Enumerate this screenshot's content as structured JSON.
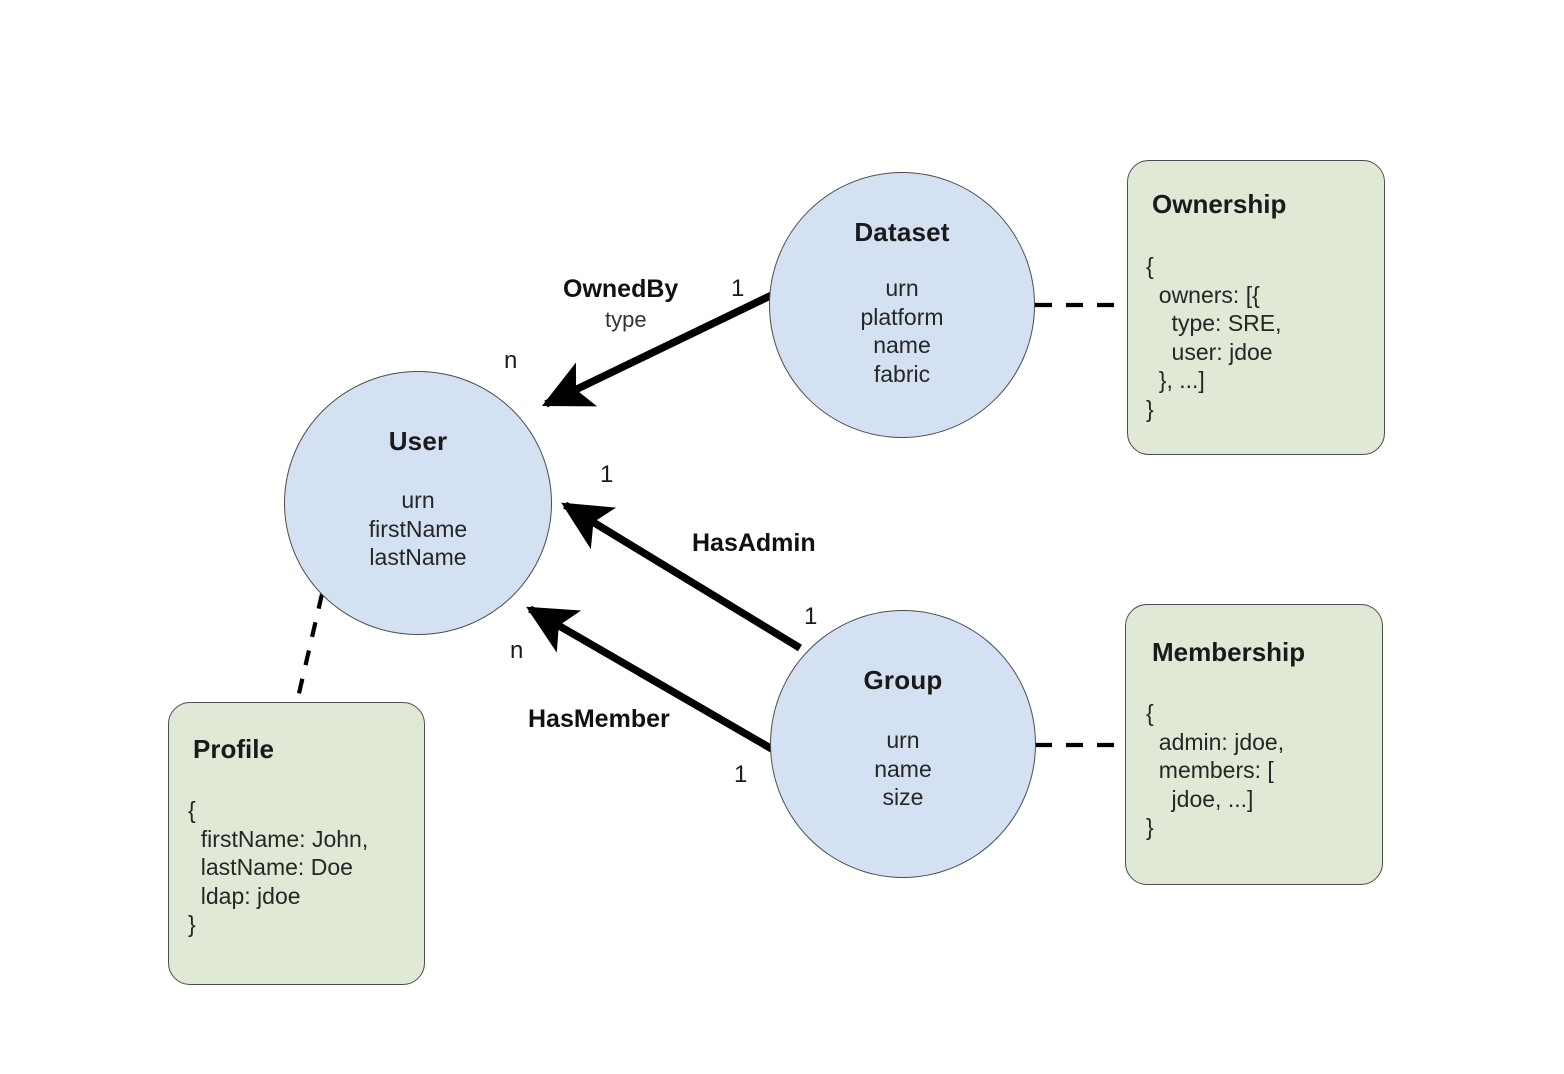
{
  "diagram": {
    "title": "Entity relationship diagram: User, Group, Dataset with aspect documents",
    "colors": {
      "entity_fill": "#d4e1f2",
      "aspect_fill": "#dfe9d5",
      "stroke": "#4d4d4d",
      "edge": "#000000",
      "background": "#ffffff"
    }
  },
  "entities": [
    {
      "id": "dataset",
      "title": "Dataset",
      "attributes": [
        "urn",
        "platform",
        "name",
        "fabric"
      ]
    },
    {
      "id": "user",
      "title": "User",
      "attributes": [
        "urn",
        "firstName",
        "lastName"
      ]
    },
    {
      "id": "group",
      "title": "Group",
      "attributes": [
        "urn",
        "name",
        "size"
      ]
    }
  ],
  "aspects": [
    {
      "id": "ownership",
      "title": "Ownership",
      "body": "{\n  owners: [{\n    type: SRE,\n    user: jdoe\n  }, ...]\n}"
    },
    {
      "id": "membership",
      "title": "Membership",
      "body": "{\n  admin: jdoe,\n  members: [\n    jdoe, ...]\n}"
    },
    {
      "id": "profile",
      "title": "Profile",
      "body": "{\n  firstName: John,\n  lastName: Doe\n  ldap: jdoe\n}"
    }
  ],
  "relationships": [
    {
      "id": "ownedby",
      "name": "OwnedBy",
      "sublabel": "type",
      "from": "Dataset",
      "to": "User",
      "source_cardinality": "1",
      "target_cardinality": "n"
    },
    {
      "id": "hasadmin",
      "name": "HasAdmin",
      "sublabel": "",
      "from": "Group",
      "to": "User",
      "source_cardinality": "1",
      "target_cardinality": "1"
    },
    {
      "id": "hasmember",
      "name": "HasMember",
      "sublabel": "",
      "from": "Group",
      "to": "User",
      "source_cardinality": "1",
      "target_cardinality": "n"
    }
  ],
  "associations": [
    {
      "id": "dataset-ownership",
      "from": "Dataset",
      "to": "Ownership",
      "style": "dashed"
    },
    {
      "id": "group-membership",
      "from": "Group",
      "to": "Membership",
      "style": "dashed"
    },
    {
      "id": "user-profile",
      "from": "User",
      "to": "Profile",
      "style": "dashed"
    }
  ]
}
